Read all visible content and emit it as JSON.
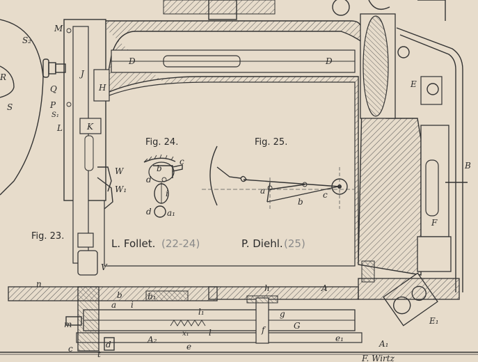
{
  "figures": {
    "fig23": "Fig. 23.",
    "fig24": "Fig. 24.",
    "fig25": "Fig. 25."
  },
  "credits": {
    "follet_name": "L. Follet.",
    "follet_ref": "(22-24)",
    "diehl_name": "P. Diehl.",
    "diehl_ref": "(25)",
    "engraver": "F. Wirtz"
  },
  "labels": {
    "fig23": [
      "M",
      "D",
      "D",
      "E",
      "B",
      "F",
      "E₁",
      "H",
      "J",
      "K",
      "L",
      "P",
      "S₁",
      "S",
      "S₂",
      "R",
      "W",
      "W₁",
      "V",
      "n",
      "b",
      "b₁",
      "a",
      "i",
      "m",
      "c",
      "t",
      "d",
      "h",
      "A",
      "G",
      "g",
      "f",
      "l",
      "l₁",
      "x₁",
      "A₂",
      "A₁",
      "e",
      "e₁",
      "Q"
    ],
    "fig24": [
      "b",
      "c",
      "d",
      "i",
      "d",
      "a₁"
    ],
    "fig25": [
      "a",
      "b",
      "c"
    ]
  }
}
